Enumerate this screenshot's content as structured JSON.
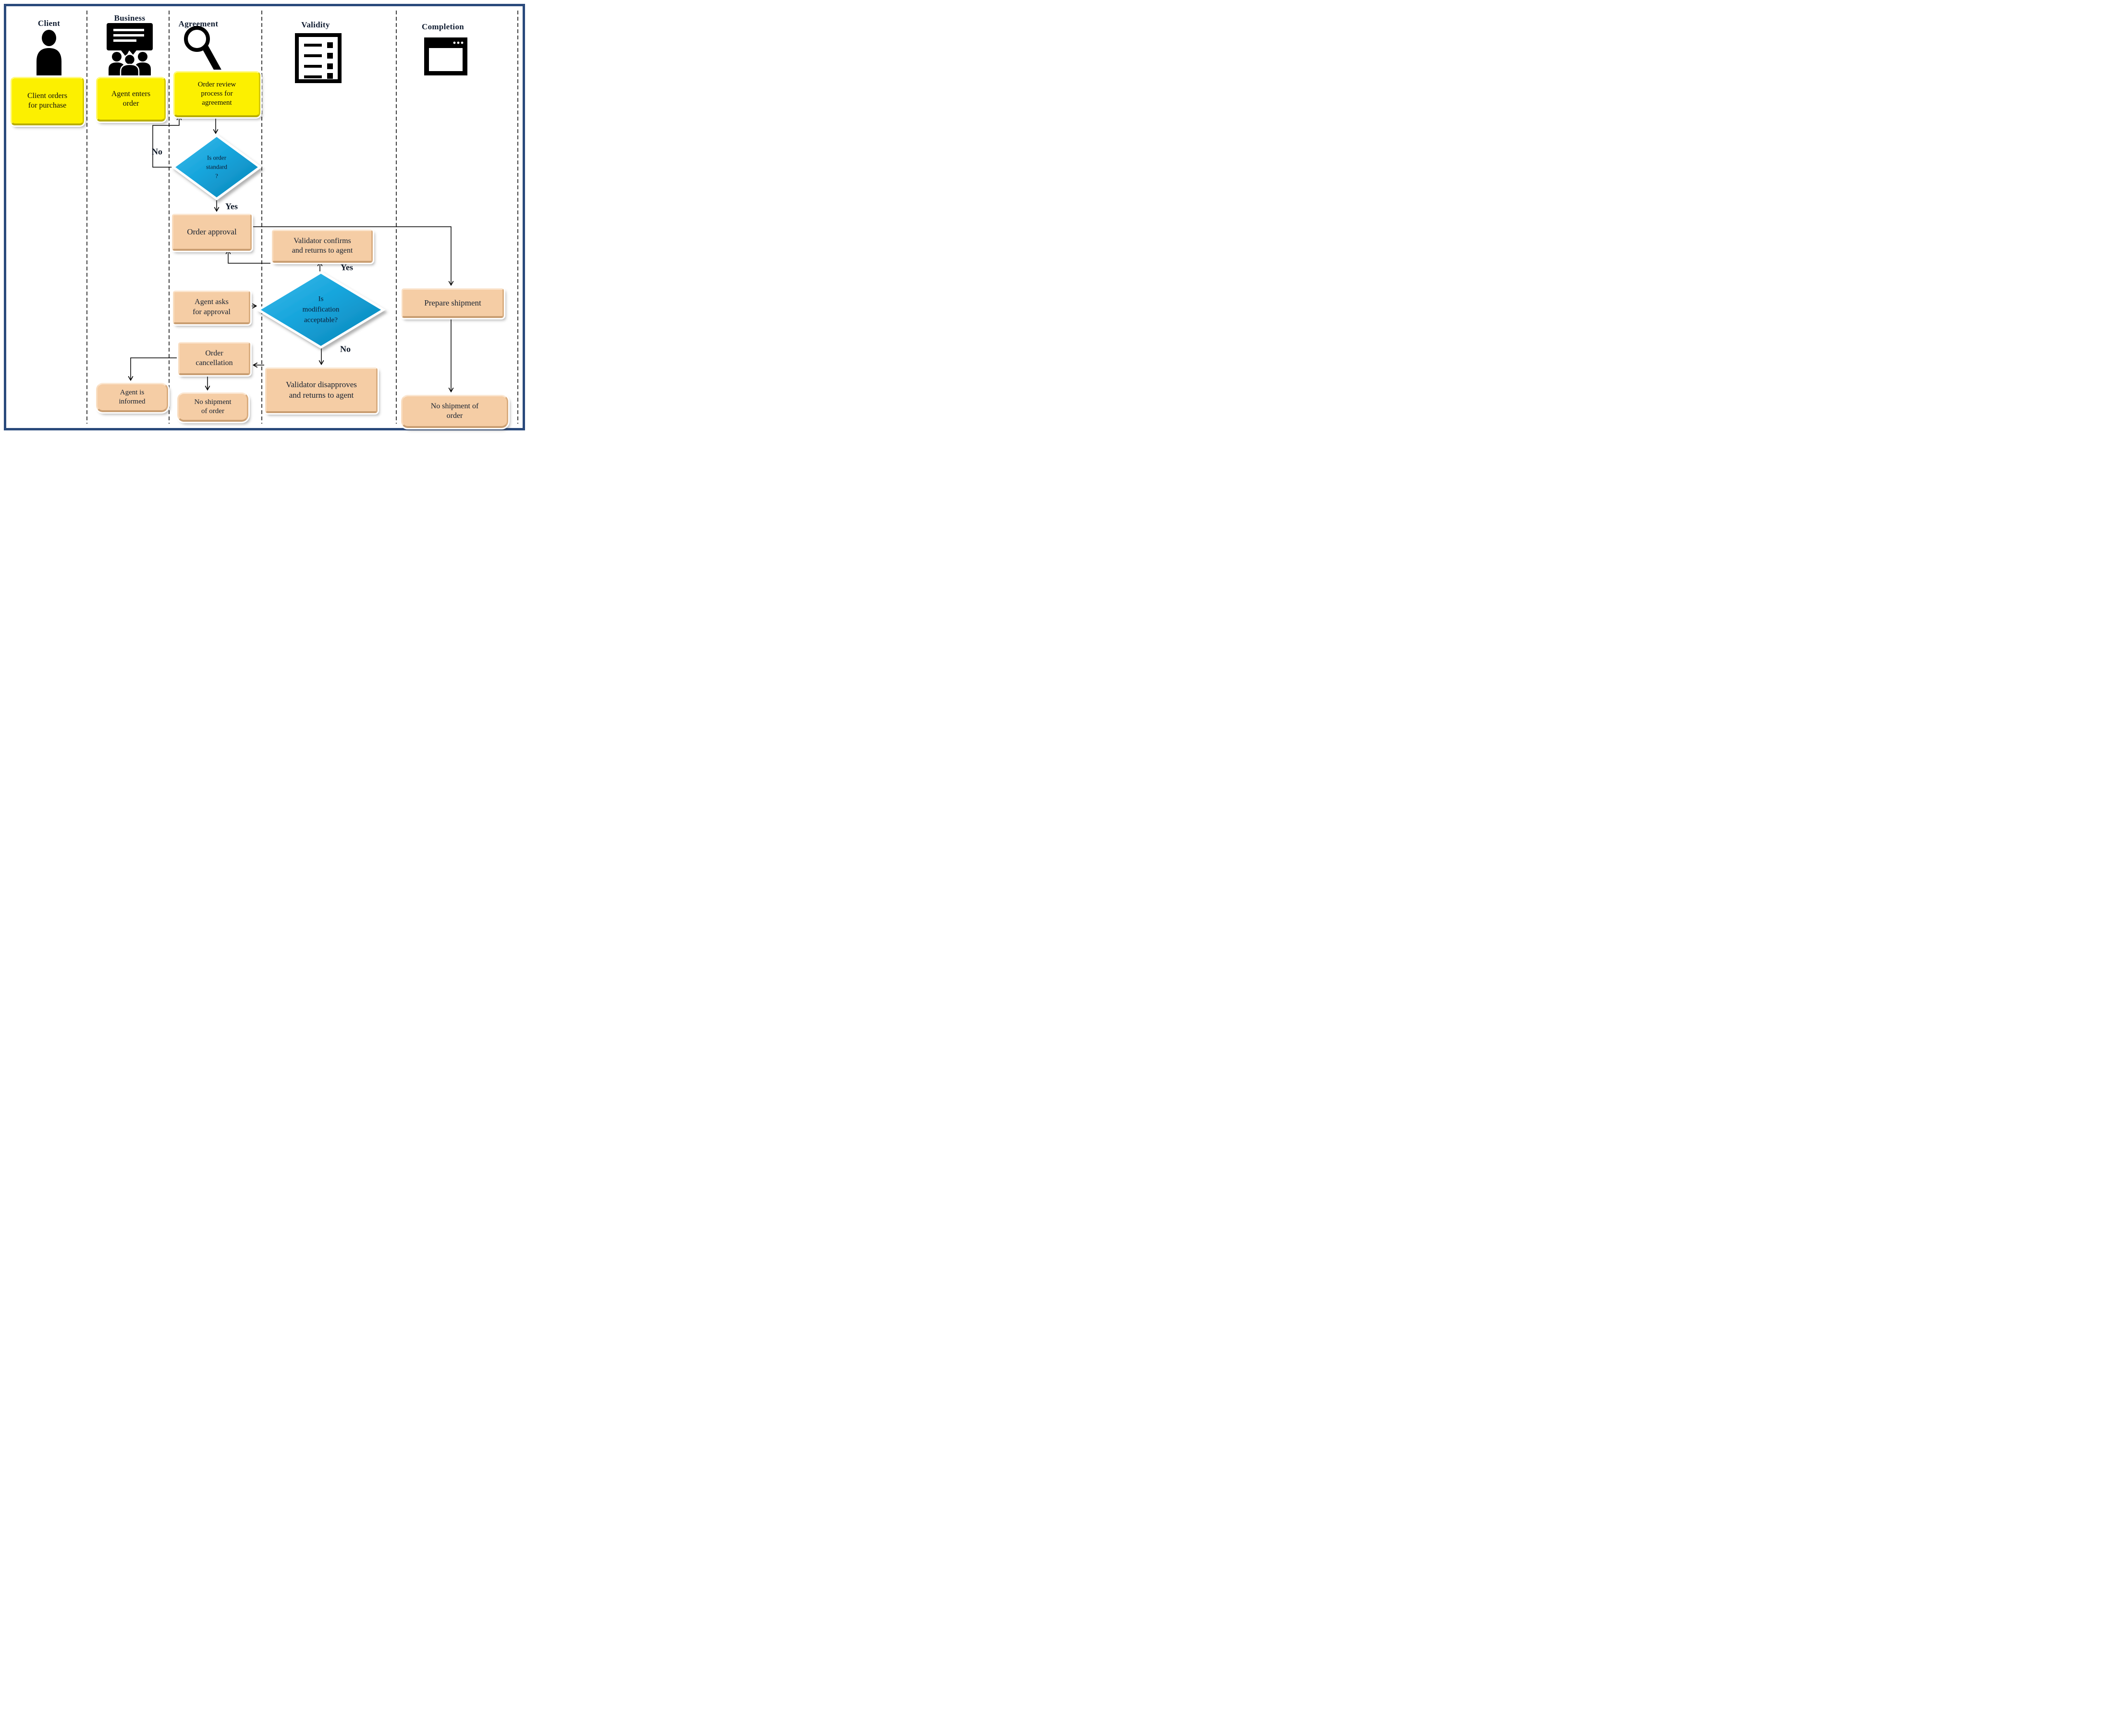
{
  "lanes": {
    "client": "Client",
    "business": "Business",
    "agreement": "Agreement",
    "validity": "Validity",
    "completion": "Completion"
  },
  "nodes": {
    "client_orders": "Client orders\nfor purchase",
    "agent_enters": "Agent enters\norder",
    "order_review": "Order review\nprocess for\nagreement",
    "is_order_standard": "Is order\nstandard\n?",
    "order_approval": "Order approval",
    "validator_confirms": "Validator confirms\nand returns to agent",
    "agent_asks": "Agent asks\nfor approval",
    "is_modification": "Is\nmodification\nacceptable?",
    "prepare_shipment": "Prepare shipment",
    "order_cancellation": "Order\ncancellation",
    "validator_disapproves": "Validator disapproves\nand returns to agent",
    "agent_informed": "Agent is\ninformed",
    "no_shipment_left": "No shipment\nof order",
    "no_shipment_right": "No shipment of\norder"
  },
  "edge_labels": {
    "standard_no": "No",
    "standard_yes": "Yes",
    "modification_yes": "Yes",
    "modification_no": "No"
  },
  "colors": {
    "frame_navy": "#2a4a7c",
    "process_yellow": "#fcf000",
    "decision_blue": "#16a5dc",
    "step_tan": "#f5cda5"
  }
}
